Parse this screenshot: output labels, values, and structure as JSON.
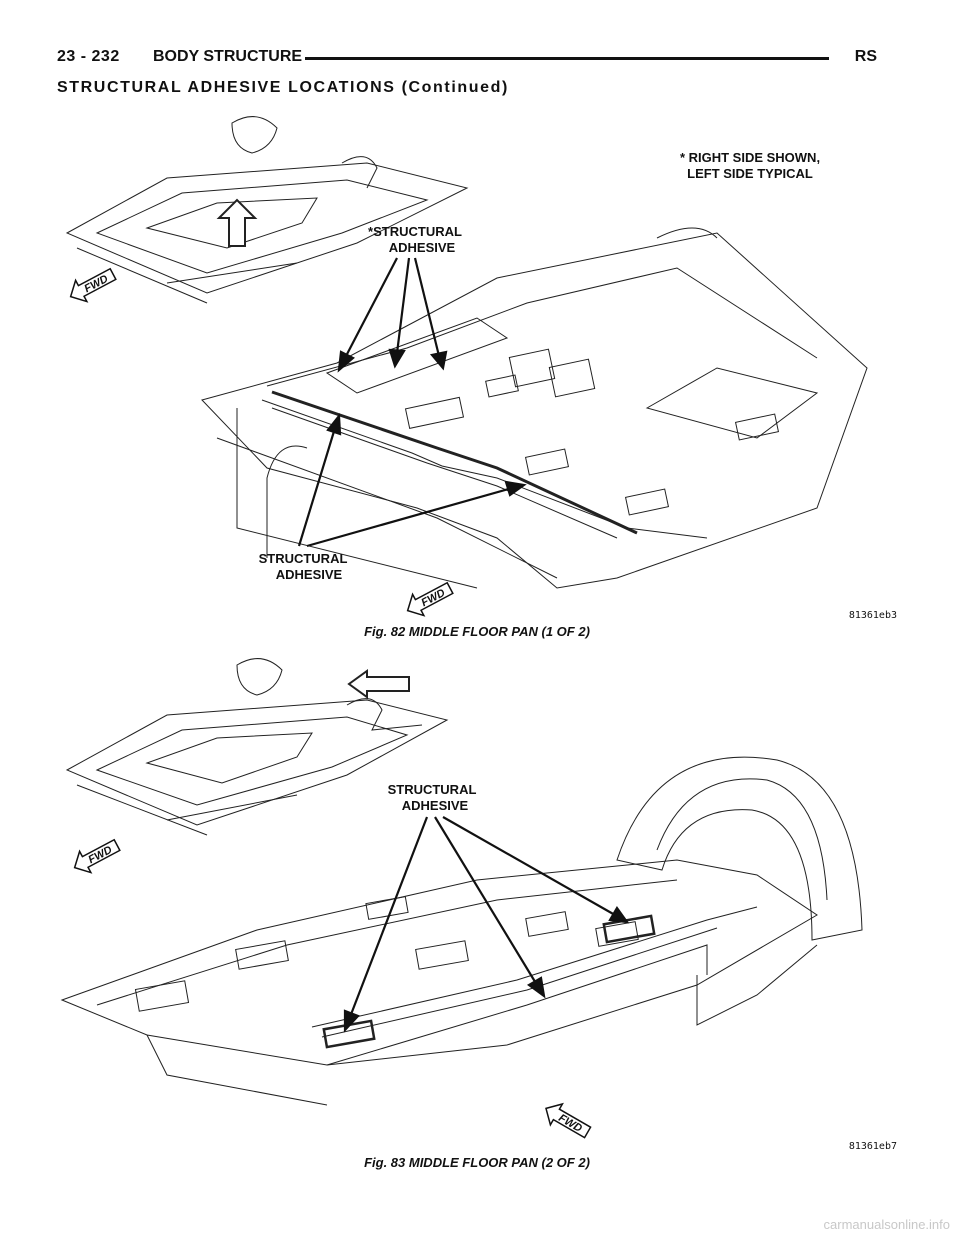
{
  "header": {
    "page_number": "23 - 232",
    "section_title": "BODY STRUCTURE",
    "model_code": "RS"
  },
  "subtitle": "STRUCTURAL ADHESIVE LOCATIONS (Continued)",
  "figures": [
    {
      "caption": "Fig. 82 MIDDLE FLOOR PAN (1 OF 2)",
      "illustration_id": "81361eb3",
      "callouts": {
        "note_line1": "* RIGHT SIDE SHOWN,",
        "note_line2": "LEFT SIDE TYPICAL",
        "upper_line1": "*STRUCTURAL",
        "upper_line2": "ADHESIVE",
        "lower_line1": "STRUCTURAL",
        "lower_line2": "ADHESIVE"
      },
      "fwd_label": "FWD"
    },
    {
      "caption": "Fig. 83 MIDDLE FLOOR PAN (2 OF 2)",
      "illustration_id": "81361eb7",
      "callouts": {
        "line1": "STRUCTURAL",
        "line2": "ADHESIVE"
      },
      "fwd_label": "FWD"
    }
  ],
  "footer": "carmanualsonline.info"
}
